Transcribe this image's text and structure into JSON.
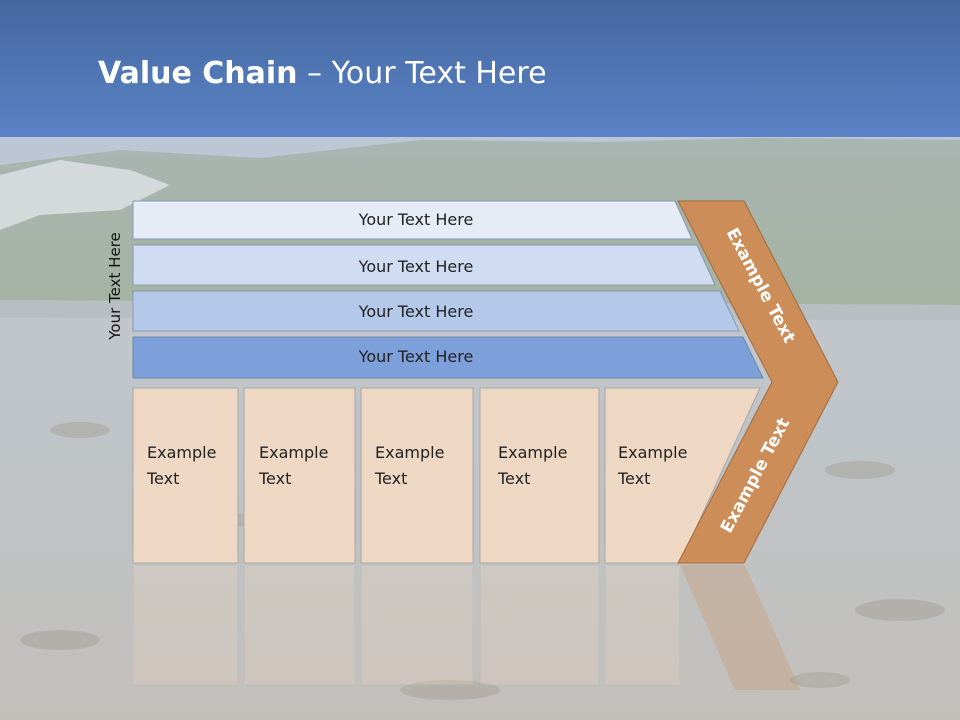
{
  "title": {
    "bold": "Value Chain",
    "rest": " – Your Text Here"
  },
  "side_label": "Your Text Here",
  "bars": [
    {
      "label": "Your Text Here",
      "color": "#e6ecf6"
    },
    {
      "label": "Your Text Here",
      "color": "#cfdcf1"
    },
    {
      "label": "Your Text Here",
      "color": "#b4c8ea"
    },
    {
      "label": "Your Text Here",
      "color": "#7d9fda"
    }
  ],
  "columns": [
    {
      "line1": "Example",
      "line2": "Text"
    },
    {
      "line1": "Example",
      "line2": "Text"
    },
    {
      "line1": "Example",
      "line2": "Text"
    },
    {
      "line1": "Example",
      "line2": "Text"
    },
    {
      "line1": "Example",
      "line2": "Text"
    }
  ],
  "chevron": {
    "upper": "Example Text",
    "lower": "Example Text",
    "color": "#cc8d58"
  },
  "colors": {
    "column_fill": "#efd8c3",
    "header_top": "#44689f",
    "header_bottom": "#5a82c6"
  }
}
